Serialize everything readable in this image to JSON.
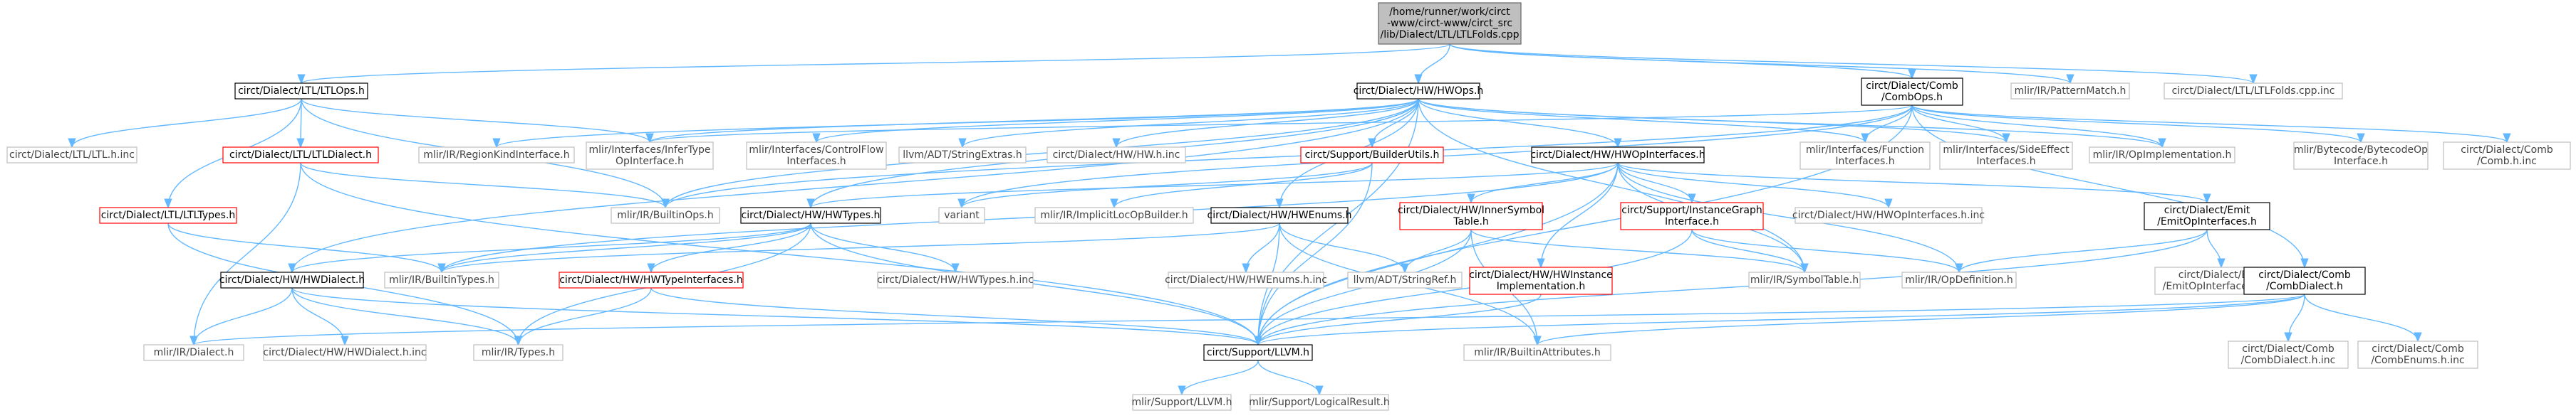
{
  "colors": {
    "edge": "#63b8ff",
    "root_fill": "#bfbfbf",
    "linked_border": "#000000",
    "broken_border": "#ff0000",
    "external_border": "#bfbfbf"
  },
  "nodes": [
    {
      "id": "root",
      "kind": "root",
      "lines": [
        "/home/runner/work/circt",
        "-www/circt-www/circt_src",
        "/lib/Dialect/LTL/LTLFolds.cpp"
      ]
    },
    {
      "id": "ltlops",
      "kind": "black",
      "lines": [
        "circt/Dialect/LTL/LTLOps.h"
      ]
    },
    {
      "id": "hwops",
      "kind": "black",
      "lines": [
        "circt/Dialect/HW/HWOps.h"
      ]
    },
    {
      "id": "combops",
      "kind": "black",
      "lines": [
        "circt/Dialect/Comb",
        "/CombOps.h"
      ]
    },
    {
      "id": "patternmatch",
      "kind": "gray",
      "lines": [
        "mlir/IR/PatternMatch.h"
      ]
    },
    {
      "id": "ltlfoldsinc",
      "kind": "gray",
      "lines": [
        "circt/Dialect/LTL/LTLFolds.cpp.inc"
      ]
    },
    {
      "id": "ltlhinc",
      "kind": "gray",
      "lines": [
        "circt/Dialect/LTL/LTL.h.inc"
      ]
    },
    {
      "id": "ltldialect",
      "kind": "red",
      "lines": [
        "circt/Dialect/LTL/LTLDialect.h"
      ]
    },
    {
      "id": "regionkind",
      "kind": "gray",
      "lines": [
        "mlir/IR/RegionKindInterface.h"
      ]
    },
    {
      "id": "infertype",
      "kind": "gray",
      "lines": [
        "mlir/Interfaces/InferType",
        "OpInterface.h"
      ]
    },
    {
      "id": "controlflow",
      "kind": "gray",
      "lines": [
        "mlir/Interfaces/ControlFlow",
        "Interfaces.h"
      ]
    },
    {
      "id": "stringextras",
      "kind": "gray",
      "lines": [
        "llvm/ADT/StringExtras.h"
      ]
    },
    {
      "id": "hwhinc",
      "kind": "gray",
      "lines": [
        "circt/Dialect/HW/HW.h.inc"
      ]
    },
    {
      "id": "builderutils",
      "kind": "red",
      "lines": [
        "circt/Support/BuilderUtils.h"
      ]
    },
    {
      "id": "hwopinterfaces",
      "kind": "black",
      "lines": [
        "circt/Dialect/HW/HWOpInterfaces.h"
      ]
    },
    {
      "id": "funcinterfaces",
      "kind": "gray",
      "lines": [
        "mlir/Interfaces/Function",
        "Interfaces.h"
      ]
    },
    {
      "id": "sideeffect",
      "kind": "gray",
      "lines": [
        "mlir/Interfaces/SideEffect",
        "Interfaces.h"
      ]
    },
    {
      "id": "opimpl",
      "kind": "gray",
      "lines": [
        "mlir/IR/OpImplementation.h"
      ]
    },
    {
      "id": "bytecode",
      "kind": "gray",
      "lines": [
        "mlir/Bytecode/BytecodeOp",
        "Interface.h"
      ]
    },
    {
      "id": "combhinc",
      "kind": "gray",
      "lines": [
        "circt/Dialect/Comb",
        "/Comb.h.inc"
      ]
    },
    {
      "id": "ltltypes",
      "kind": "red",
      "lines": [
        "circt/Dialect/LTL/LTLTypes.h"
      ]
    },
    {
      "id": "builtinops",
      "kind": "gray",
      "lines": [
        "mlir/IR/BuiltinOps.h"
      ]
    },
    {
      "id": "hwtypes",
      "kind": "black",
      "lines": [
        "circt/Dialect/HW/HWTypes.h"
      ]
    },
    {
      "id": "variant",
      "kind": "gray",
      "lines": [
        "variant"
      ]
    },
    {
      "id": "implicitloc",
      "kind": "gray",
      "lines": [
        "mlir/IR/ImplicitLocOpBuilder.h"
      ]
    },
    {
      "id": "hwenums",
      "kind": "black",
      "lines": [
        "circt/Dialect/HW/HWEnums.h"
      ]
    },
    {
      "id": "innersym",
      "kind": "red",
      "lines": [
        "circt/Dialect/HW/InnerSymbol",
        "Table.h"
      ]
    },
    {
      "id": "instancegraph",
      "kind": "red",
      "lines": [
        "circt/Support/InstanceGraph",
        "Interface.h"
      ]
    },
    {
      "id": "hwopinterfacesinc",
      "kind": "gray",
      "lines": [
        "circt/Dialect/HW/HWOpInterfaces.h.inc"
      ]
    },
    {
      "id": "emitopinterfaces",
      "kind": "black",
      "lines": [
        "circt/Dialect/Emit",
        "/EmitOpInterfaces.h"
      ]
    },
    {
      "id": "builtintypes",
      "kind": "gray",
      "lines": [
        "mlir/IR/BuiltinTypes.h"
      ]
    },
    {
      "id": "hwdialect",
      "kind": "black",
      "lines": [
        "circt/Dialect/HW/HWDialect.h"
      ]
    },
    {
      "id": "hwtypeinterfaces",
      "kind": "red",
      "lines": [
        "circt/Dialect/HW/HWTypeInterfaces.h"
      ]
    },
    {
      "id": "hwtypesinc",
      "kind": "gray",
      "lines": [
        "circt/Dialect/HW/HWTypes.h.inc"
      ]
    },
    {
      "id": "hwenumsinc",
      "kind": "gray",
      "lines": [
        "circt/Dialect/HW/HWEnums.h.inc"
      ]
    },
    {
      "id": "stringref",
      "kind": "gray",
      "lines": [
        "llvm/ADT/StringRef.h"
      ]
    },
    {
      "id": "hwinstanceimpl",
      "kind": "red",
      "lines": [
        "circt/Dialect/HW/HWInstance",
        "Implementation.h"
      ]
    },
    {
      "id": "symboltable",
      "kind": "gray",
      "lines": [
        "mlir/IR/SymbolTable.h"
      ]
    },
    {
      "id": "opdefinition",
      "kind": "gray",
      "lines": [
        "mlir/IR/OpDefinition.h"
      ]
    },
    {
      "id": "emitopinterfacesinc",
      "kind": "gray",
      "lines": [
        "circt/Dialect/Emit",
        "/EmitOpInterfaces.h.inc"
      ]
    },
    {
      "id": "combdialect",
      "kind": "black",
      "lines": [
        "circt/Dialect/Comb",
        "/CombDialect.h"
      ]
    },
    {
      "id": "irdialect",
      "kind": "gray",
      "lines": [
        "mlir/IR/Dialect.h"
      ]
    },
    {
      "id": "hwdialectinc",
      "kind": "gray",
      "lines": [
        "circt/Dialect/HW/HWDialect.h.inc"
      ]
    },
    {
      "id": "irtypes",
      "kind": "gray",
      "lines": [
        "mlir/IR/Types.h"
      ]
    },
    {
      "id": "llvmh",
      "kind": "black",
      "lines": [
        "circt/Support/LLVM.h"
      ]
    },
    {
      "id": "builtinattrs",
      "kind": "gray",
      "lines": [
        "mlir/IR/BuiltinAttributes.h"
      ]
    },
    {
      "id": "combdialectinc",
      "kind": "gray",
      "lines": [
        "circt/Dialect/Comb",
        "/CombDialect.h.inc"
      ]
    },
    {
      "id": "combenumsinc",
      "kind": "gray",
      "lines": [
        "circt/Dialect/Comb",
        "/CombEnums.h.inc"
      ]
    },
    {
      "id": "supportllvm",
      "kind": "gray",
      "lines": [
        "mlir/Support/LLVM.h"
      ]
    },
    {
      "id": "logicalresult",
      "kind": "gray",
      "lines": [
        "mlir/Support/LogicalResult.h"
      ]
    }
  ],
  "edges": [
    [
      "root",
      "ltlops"
    ],
    [
      "root",
      "hwops"
    ],
    [
      "root",
      "combops"
    ],
    [
      "root",
      "patternmatch"
    ],
    [
      "root",
      "ltlfoldsinc"
    ],
    [
      "ltlops",
      "ltlhinc"
    ],
    [
      "ltlops",
      "ltldialect"
    ],
    [
      "ltlops",
      "ltltypes"
    ],
    [
      "ltlops",
      "infertype"
    ],
    [
      "ltlops",
      "builtinops"
    ],
    [
      "hwops",
      "regionkind"
    ],
    [
      "hwops",
      "infertype"
    ],
    [
      "hwops",
      "controlflow"
    ],
    [
      "hwops",
      "stringextras"
    ],
    [
      "hwops",
      "hwhinc"
    ],
    [
      "hwops",
      "builderutils"
    ],
    [
      "hwops",
      "hwopinterfaces"
    ],
    [
      "hwops",
      "funcinterfaces"
    ],
    [
      "hwops",
      "sideeffect"
    ],
    [
      "hwops",
      "opimpl"
    ],
    [
      "hwops",
      "builtinops"
    ],
    [
      "hwops",
      "hwtypes"
    ],
    [
      "hwops",
      "hwenums"
    ],
    [
      "hwops",
      "hwdialect"
    ],
    [
      "hwops",
      "llvmh"
    ],
    [
      "hwops",
      "symboltable"
    ],
    [
      "combops",
      "infertype"
    ],
    [
      "combops",
      "funcinterfaces"
    ],
    [
      "combops",
      "sideeffect"
    ],
    [
      "combops",
      "opimpl"
    ],
    [
      "combops",
      "bytecode"
    ],
    [
      "combops",
      "combhinc"
    ],
    [
      "combops",
      "combdialect"
    ],
    [
      "combops",
      "llvmh"
    ],
    [
      "combops",
      "variant"
    ],
    [
      "combops",
      "builtinops"
    ],
    [
      "ltldialect",
      "irdialect"
    ],
    [
      "ltldialect",
      "builtinops"
    ],
    [
      "ltldialect",
      "llvmh"
    ],
    [
      "builderutils",
      "variant"
    ],
    [
      "builderutils",
      "implicitloc"
    ],
    [
      "builderutils",
      "llvmh"
    ],
    [
      "hwopinterfaces",
      "builtintypes"
    ],
    [
      "hwopinterfaces",
      "innersym"
    ],
    [
      "hwopinterfaces",
      "instancegraph"
    ],
    [
      "hwopinterfaces",
      "hwopinterfacesinc"
    ],
    [
      "hwopinterfaces",
      "emitopinterfaces"
    ],
    [
      "hwopinterfaces",
      "hwinstanceimpl"
    ],
    [
      "hwopinterfaces",
      "symboltable"
    ],
    [
      "hwopinterfaces",
      "opdefinition"
    ],
    [
      "hwopinterfaces",
      "llvmh"
    ],
    [
      "hwopinterfaces",
      "hwtypes"
    ],
    [
      "ltltypes",
      "builtintypes"
    ],
    [
      "ltltypes",
      "irtypes"
    ],
    [
      "hwtypes",
      "builtintypes"
    ],
    [
      "hwtypes",
      "hwtypeinterfaces"
    ],
    [
      "hwtypes",
      "hwtypesinc"
    ],
    [
      "hwtypes",
      "hwdialect"
    ],
    [
      "hwtypes",
      "irtypes"
    ],
    [
      "hwtypes",
      "llvmh"
    ],
    [
      "hwenums",
      "hwenumsinc"
    ],
    [
      "hwenums",
      "stringref"
    ],
    [
      "hwenums",
      "builtintypes"
    ],
    [
      "hwenums",
      "llvmh"
    ],
    [
      "hwenums",
      "builtinattrs"
    ],
    [
      "innersym",
      "stringref"
    ],
    [
      "innersym",
      "symboltable"
    ],
    [
      "innersym",
      "llvmh"
    ],
    [
      "innersym",
      "builtinattrs"
    ],
    [
      "instancegraph",
      "symboltable"
    ],
    [
      "instancegraph",
      "opdefinition"
    ],
    [
      "instancegraph",
      "llvmh"
    ],
    [
      "emitopinterfaces",
      "opdefinition"
    ],
    [
      "emitopinterfaces",
      "emitopinterfacesinc"
    ],
    [
      "emitopinterfaces",
      "llvmh"
    ],
    [
      "hwdialect",
      "irdialect"
    ],
    [
      "hwdialect",
      "hwdialectinc"
    ],
    [
      "hwdialect",
      "irtypes"
    ],
    [
      "hwdialect",
      "llvmh"
    ],
    [
      "hwtypeinterfaces",
      "irtypes"
    ],
    [
      "hwtypeinterfaces",
      "llvmh"
    ],
    [
      "hwinstanceimpl",
      "llvmh"
    ],
    [
      "combdialect",
      "irdialect"
    ],
    [
      "combdialect",
      "combdialectinc"
    ],
    [
      "combdialect",
      "combenumsinc"
    ],
    [
      "combdialect",
      "llvmh"
    ],
    [
      "combdialect",
      "builtinattrs"
    ],
    [
      "llvmh",
      "supportllvm"
    ],
    [
      "llvmh",
      "logicalresult"
    ]
  ]
}
